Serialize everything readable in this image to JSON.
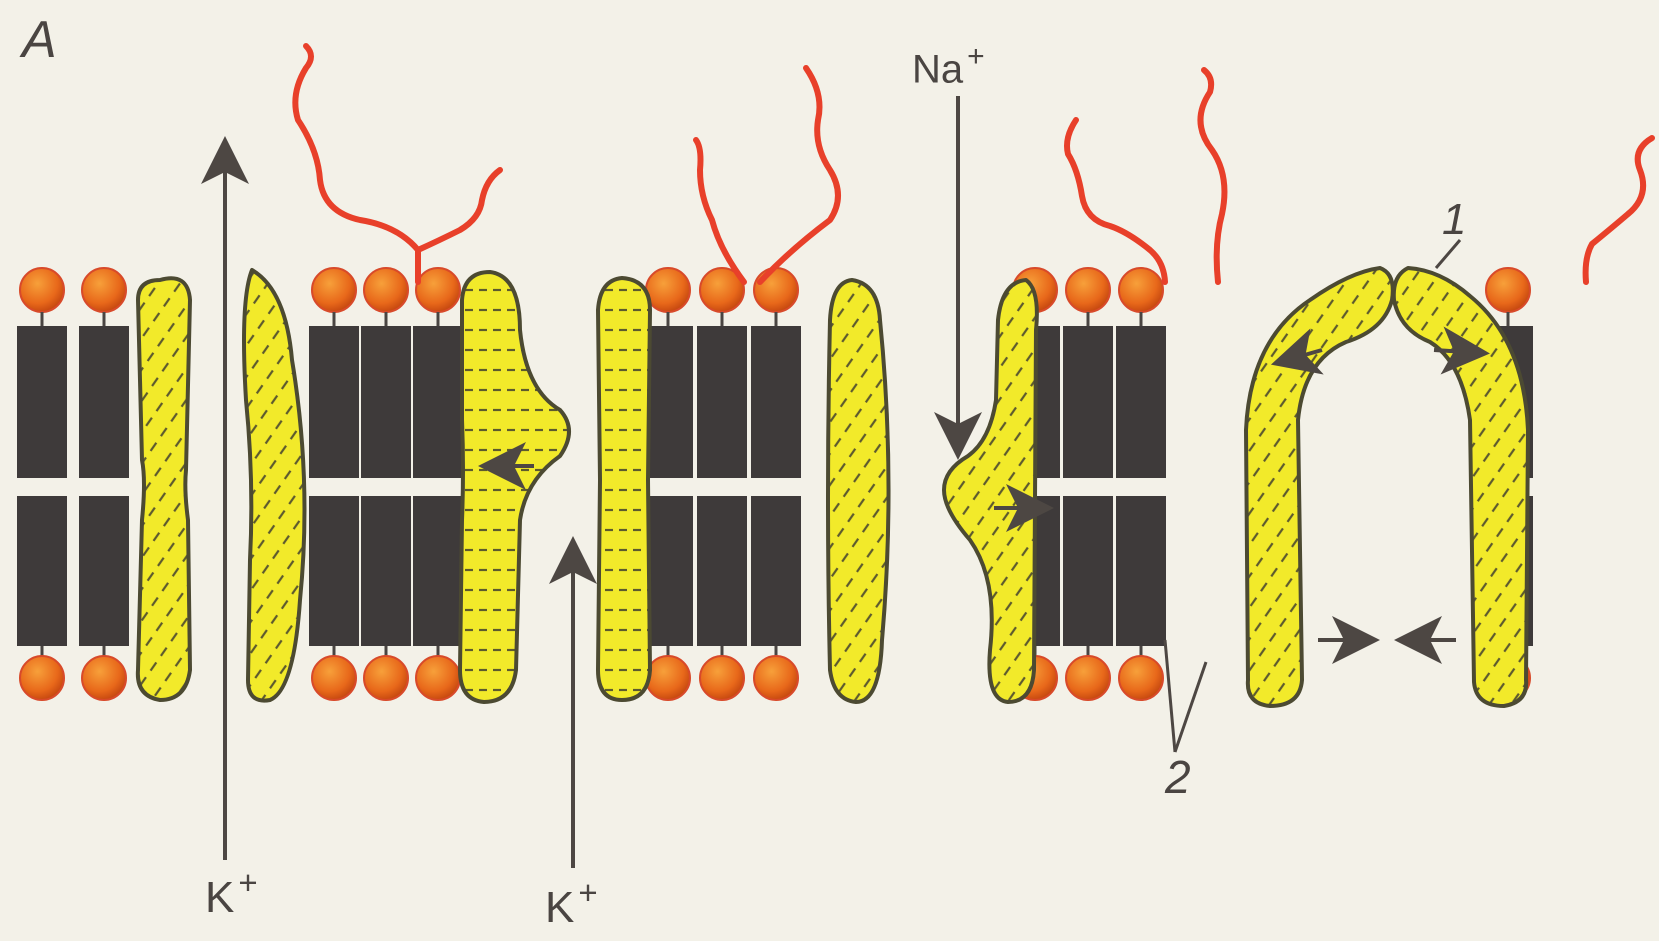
{
  "labels": {
    "panel": "А",
    "k_left": "K",
    "k_right": "K",
    "na": "Na",
    "charge": "+",
    "marker_1": "1",
    "marker_2": "2"
  },
  "colors": {
    "background": "#f3f1e8",
    "lipid_tail": "#3e3a3a",
    "lipid_head": "#e86a14",
    "protein": "#f2ea2a",
    "outline": "#4c4a32",
    "glycan": "#e8402a",
    "arrow": "#4d4743"
  },
  "icons": [
    "lipid-molecule",
    "channel-protein",
    "glycocalyx-chain",
    "ion-arrow"
  ]
}
